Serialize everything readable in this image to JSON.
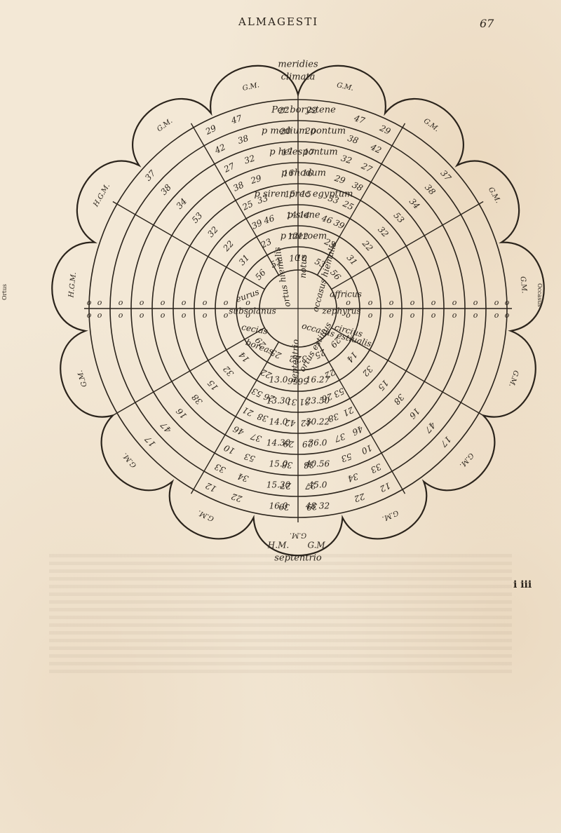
{
  "page": {
    "running_head": "ALMAGESTI",
    "folio": "67",
    "signature": "i iii",
    "edge_left": "Ortus",
    "edge_right": "Occasus"
  },
  "diagram": {
    "zones": [
      "meridies",
      "climata",
      "Per borystene",
      "p medium pontum",
      "p helespontum",
      "p rhodum",
      "p siren prec egyptum",
      "p siene",
      "p meroem"
    ],
    "winds": [
      "eurus",
      "subsolanus",
      "cecias",
      "boreas",
      "septentrio",
      "ortus hiemalis",
      "notus",
      "occasus hiemalis",
      "affricus",
      "zephyrus",
      "occasus estiualis",
      "circius",
      "ortus estiuus"
    ],
    "upper_left": [
      "37",
      "38",
      "34",
      "53",
      "32",
      "22",
      "31",
      "56",
      "29",
      "42",
      "27",
      "38",
      "25",
      "39",
      "23",
      "53",
      "22",
      "20",
      "17",
      "16",
      "15",
      "14",
      "12",
      "10",
      "47",
      "38",
      "32",
      "29",
      "33",
      "46"
    ],
    "upper_right": [
      "37",
      "38",
      "34",
      "53",
      "32",
      "22",
      "31",
      "56",
      "29",
      "42",
      "27",
      "38",
      "25",
      "39",
      "23",
      "53",
      "22",
      "20",
      "17",
      "16",
      "15",
      "14",
      "12",
      "10",
      "47",
      "38",
      "32",
      "29",
      "33",
      "46"
    ],
    "lower_left": [
      "17",
      "47",
      "16",
      "38",
      "15",
      "32",
      "14",
      "29",
      "12",
      "33",
      "10",
      "46",
      "21",
      "53",
      "22",
      "25",
      "39",
      "27",
      "38",
      "29",
      "42",
      "31",
      "56",
      "32",
      "22",
      "34",
      "53",
      "37",
      "38",
      "26"
    ],
    "lower_right": [
      "17",
      "47",
      "16",
      "38",
      "15",
      "32",
      "14",
      "29",
      "12",
      "33",
      "10",
      "46",
      "21",
      "53",
      "22",
      "25",
      "39",
      "27",
      "38",
      "29",
      "42",
      "31",
      "56",
      "32",
      "22",
      "34",
      "53",
      "37",
      "38",
      "26"
    ],
    "zero_row": [
      "o",
      "o",
      "o",
      "o",
      "o",
      "o",
      "o",
      "o",
      "o",
      "o",
      "o",
      "o",
      "o",
      "o",
      "o",
      "o",
      "o",
      "o",
      "o",
      "o",
      "o",
      "o",
      "o",
      "o",
      "o",
      "o",
      "o",
      "o",
      "o",
      "o",
      "o",
      "o",
      "o",
      "o",
      "o",
      "o"
    ],
    "hours_table": [
      {
        "h": "13.0",
        "m": "16.27"
      },
      {
        "h": "13.30",
        "m": "23.50"
      },
      {
        "h": "14.0",
        "m": "30.22"
      },
      {
        "h": "14.30",
        "m": "36.0"
      },
      {
        "h": "15.0",
        "m": "40.56"
      },
      {
        "h": "15.30",
        "m": "45.0"
      },
      {
        "h": "16.0",
        "m": "48 32"
      }
    ],
    "table_headers": [
      "H.M.",
      "G.M.",
      "septentrio"
    ],
    "lobe_marks": [
      "G.M.",
      "G.M.",
      "G.M.",
      "G.M.",
      "G.M.",
      "G.M.",
      "G.M.",
      "G.M.",
      "G.M.",
      "G.M.",
      "G.M.",
      "H.G.M.",
      "H.G.M.",
      "G.M.",
      "G.M."
    ]
  }
}
